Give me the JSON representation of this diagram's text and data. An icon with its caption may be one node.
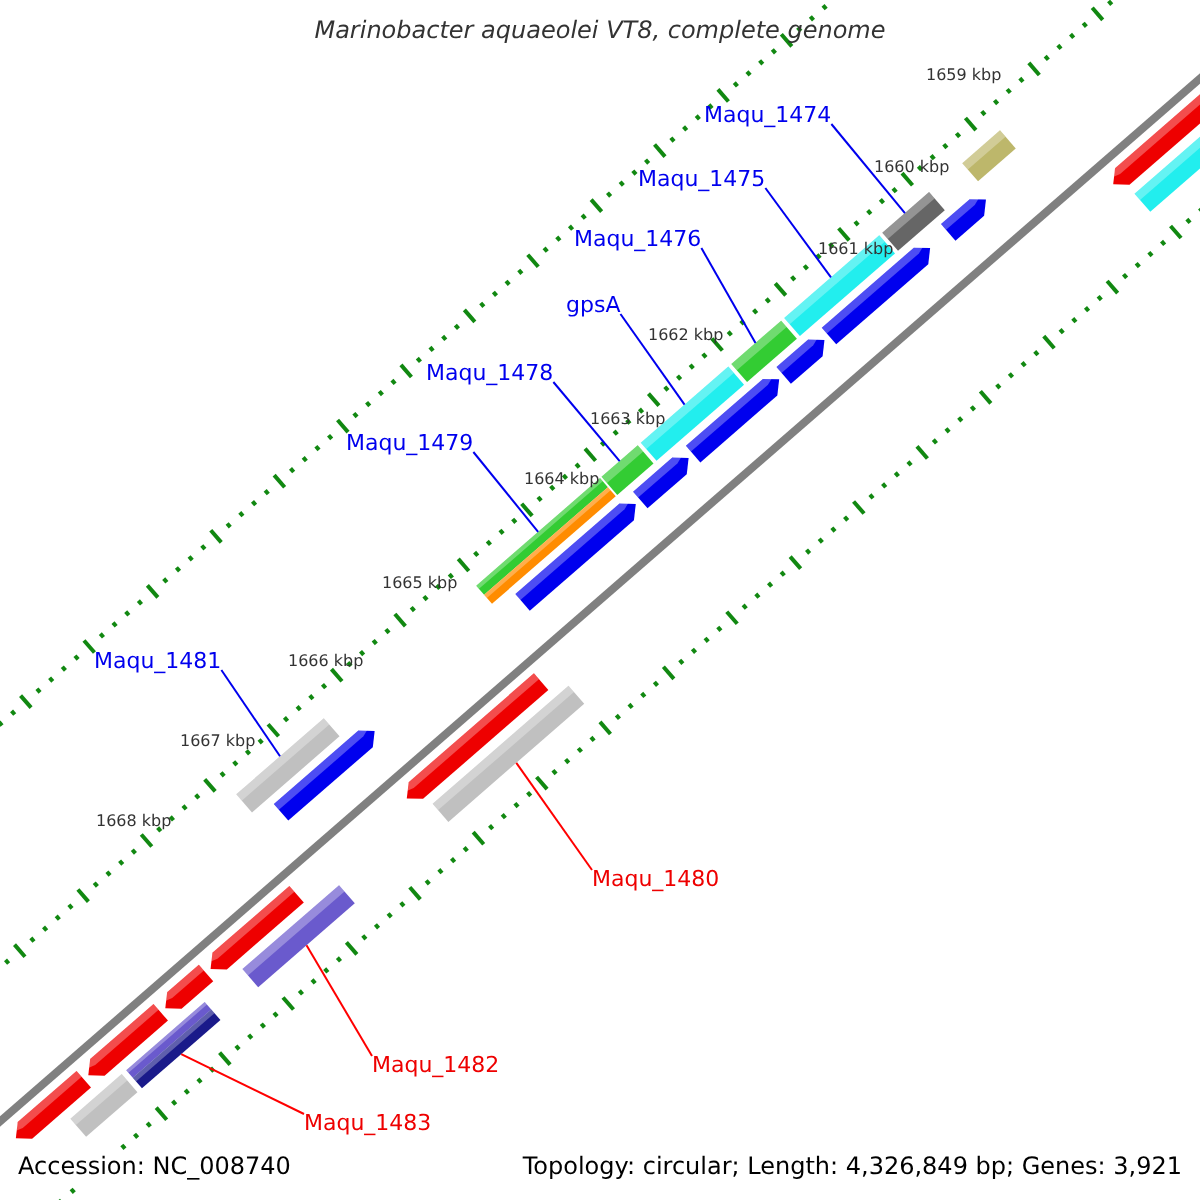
{
  "diagram": {
    "title": "Marinobacter aquaeolei VT8, complete genome",
    "nodes": [
      {
        "text": [
          "Maqu_1474"
        ]
      },
      {
        "text": [
          "Maqu_1475"
        ]
      },
      {
        "text": [
          "Maqu_1476"
        ]
      },
      {
        "text": [
          "gpsA"
        ]
      },
      {
        "text": [
          "Maqu_1478"
        ]
      },
      {
        "text": [
          "Maqu_1479"
        ]
      },
      {
        "text": [
          "Maqu_1481"
        ]
      },
      {
        "text": [
          "Maqu_1480"
        ]
      },
      {
        "text": [
          "Maqu_1482"
        ]
      },
      {
        "text": [
          "Maqu_1483"
        ]
      },
      {
        "text": [],
        "shape": "bar"
      },
      {
        "text": [],
        "shape": "bar"
      },
      {
        "text": [],
        "shape": "bar"
      },
      {
        "text": [],
        "shape": "bar"
      },
      {
        "text": [],
        "shape": "bar"
      },
      {
        "text": [],
        "shape": "bar"
      },
      {
        "text": [],
        "shape": "bar"
      },
      {
        "text": [],
        "shape": "bar"
      },
      {
        "text": [],
        "shape": "bar"
      },
      {
        "text": [],
        "shape": "bar"
      },
      {
        "text": [],
        "shape": "bar"
      }
    ],
    "edges": [
      {
        "from": 0,
        "to": 20,
        "arrow": "none"
      },
      {
        "from": 1,
        "to": 19,
        "arrow": "none"
      },
      {
        "from": 2,
        "to": 18,
        "arrow": "none"
      },
      {
        "from": 3,
        "to": 17,
        "arrow": "none"
      },
      {
        "from": 4,
        "to": 16,
        "arrow": "none"
      },
      {
        "from": 5,
        "to": 15,
        "arrow": "none"
      },
      {
        "from": 6,
        "to": 13,
        "arrow": "none"
      },
      {
        "from": 7,
        "to": 14,
        "arrow": "none",
        "color": "#ff0000"
      },
      {
        "from": 8,
        "to": 12,
        "arrow": "none",
        "color": "#ff0000"
      },
      {
        "from": 9,
        "to": 11,
        "arrow": "none",
        "color": "#ff0000"
      }
    ],
    "labels": [
      "1659 kbp",
      "1660 kbp",
      "1661 kbp",
      "1662 kbp",
      "1663 kbp",
      "1664 kbp",
      "1665 kbp",
      "1666 kbp",
      "1667 kbp",
      "1668 kbp",
      "Accession: NC_008740",
      "Topology: circular; Length: 4,326,849 bp; Genes: 3,921"
    ]
  }
}
